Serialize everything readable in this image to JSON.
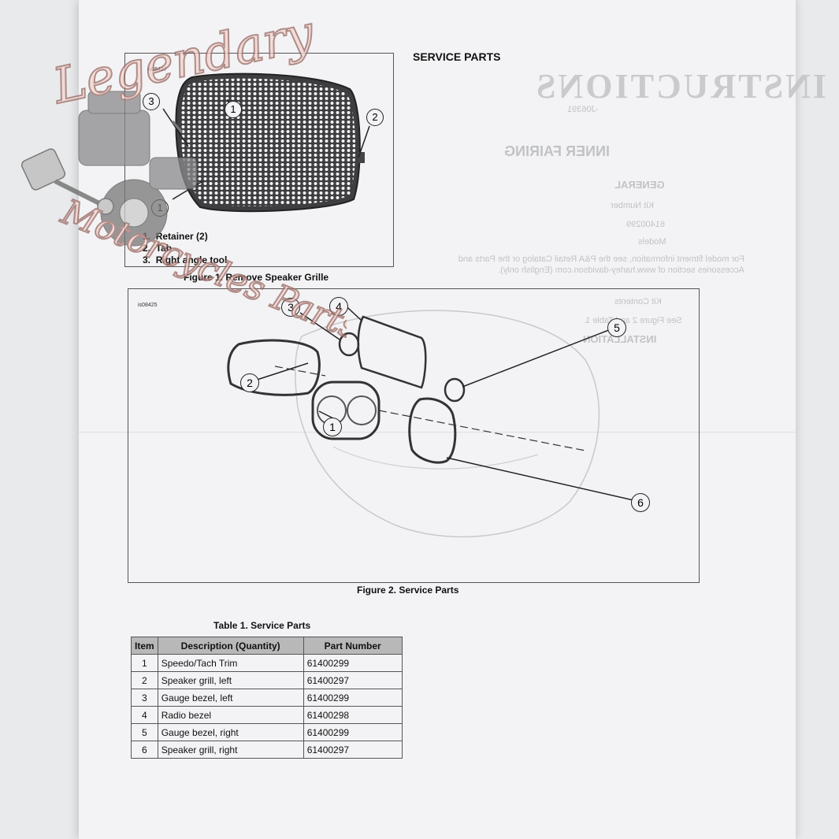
{
  "page": {
    "title": "SERVICE PARTS",
    "background_ghost": {
      "header": "INSTRUCTIONS",
      "form_number": "-J06391",
      "section_title": "INNER FAIRING",
      "general": "GENERAL",
      "kit_number_label": "Kit Number",
      "kit_number": "61400299",
      "models_label": "Models",
      "models_text": "For model fitment information, see the P&A Retail Catalog or the Parts and Accessories section of www.harley-davidson.com (English only).",
      "kit_contents_label": "Kit Contents",
      "kit_contents_text": "See Figure 2 and Table 1.",
      "installation": "INSTALLATION"
    }
  },
  "figure1": {
    "code": "is08427",
    "caption": "Figure 1. Remove Speaker Grille",
    "legend": [
      {
        "num": "1.",
        "text": "Retainer (2)"
      },
      {
        "num": "2.",
        "text": "Tab"
      },
      {
        "num": "3.",
        "text": "Right angle tool"
      }
    ],
    "callouts": [
      "1",
      "1",
      "2",
      "3"
    ]
  },
  "figure2": {
    "code": "is08425",
    "caption": "Figure 2. Service Parts",
    "callouts": [
      "1",
      "2",
      "3",
      "4",
      "5",
      "6"
    ]
  },
  "table1": {
    "title": "Table 1. Service Parts",
    "headers": [
      "Item",
      "Description (Quantity)",
      "Part Number"
    ],
    "rows": [
      {
        "item": "1",
        "desc": "Speedo/Tach Trim",
        "part": "61400299"
      },
      {
        "item": "2",
        "desc": "Speaker grill, left",
        "part": "61400297"
      },
      {
        "item": "3",
        "desc": "Gauge bezel, left",
        "part": "61400299"
      },
      {
        "item": "4",
        "desc": "Radio bezel",
        "part": "61400298"
      },
      {
        "item": "5",
        "desc": "Gauge bezel, right",
        "part": "61400299"
      },
      {
        "item": "6",
        "desc": "Speaker grill, right",
        "part": "61400297"
      }
    ]
  },
  "watermark": {
    "line1": "Legendary",
    "line2": "Motorcycles Parts"
  },
  "colors": {
    "paper": "#f3f3f5",
    "table_header": "#b8b8b8",
    "watermark_fill": "#f2d5cf",
    "watermark_stroke": "#9a6a64"
  }
}
